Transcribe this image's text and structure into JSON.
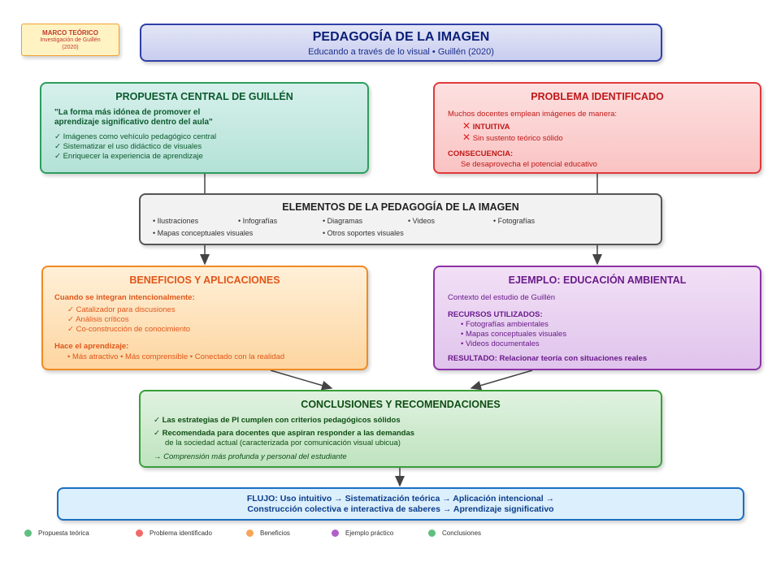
{
  "marco": {
    "title": "MARCO TEÓRICO",
    "sub1": "Investigación de Guillén",
    "sub2": "(2020)"
  },
  "header": {
    "title": "PEDAGOGÍA DE LA IMAGEN",
    "subtitle": "Educando a través de lo visual • Guillén (2020)"
  },
  "propuesta": {
    "title": "PROPUESTA CENTRAL DE GUILLÉN",
    "quote1": "\"La forma más idónea de promover el",
    "quote2": "aprendizaje significativo dentro del aula\"",
    "items": [
      "✓ Imágenes como vehículo pedagógico central",
      "✓ Sistematizar el uso didáctico de visuales",
      "✓ Enriquecer la experiencia de aprendizaje"
    ]
  },
  "problema": {
    "title": "PROBLEMA IDENTIFICADO",
    "intro": "Muchos docentes emplean imágenes de manera:",
    "x1": "INTUITIVA",
    "x2": "Sin sustento teórico sólido",
    "cons_label": "CONSECUENCIA:",
    "cons_text": "Se desaprovecha el potencial educativo"
  },
  "elementos": {
    "title": "ELEMENTOS DE LA PEDAGOGÍA DE LA IMAGEN",
    "items": [
      "• Ilustraciones",
      "• Infografías",
      "• Diagramas",
      "• Videos",
      "• Fotografías",
      "• Mapas conceptuales visuales",
      "• Otros soportes visuales"
    ]
  },
  "beneficios": {
    "title": "BENEFICIOS Y APLICACIONES",
    "h1": "Cuando se integran intencionalmente:",
    "items": [
      "✓ Catalizador para discusiones",
      "✓ Análisis críticos",
      "✓ Co-construcción de conocimiento"
    ],
    "h2": "Hace el aprendizaje:",
    "line": "• Más atractivo • Más comprensible • Conectado con la realidad"
  },
  "ejemplo": {
    "title": "EJEMPLO: EDUCACIÓN AMBIENTAL",
    "context": "Contexto del estudio de Guillén",
    "h": "RECURSOS UTILIZADOS:",
    "items": [
      "• Fotografías ambientales",
      "• Mapas conceptuales visuales",
      "• Videos documentales"
    ],
    "result": "RESULTADO: Relacionar teoría con situaciones reales"
  },
  "conclusiones": {
    "title": "CONCLUSIONES Y RECOMENDACIONES",
    "c1": "✓ Las estrategias de PI cumplen con criterios pedagógicos sólidos",
    "c2": "✓ Recomendada para docentes que aspiran responder a las demandas",
    "c2b": "de la sociedad actual (caracterizada por comunicación visual ubicua)",
    "c3": "→ Comprensión más profunda y personal del estudiante"
  },
  "flujo": {
    "line1": "FLUJO: Uso intuitivo → Sistematización teórica → Aplicación intencional →",
    "line2": "Construcción colectiva e interactiva de saberes → Aprendizaje significativo"
  },
  "legend": [
    {
      "label": "Propuesta teórica",
      "color": "#5fbf7f"
    },
    {
      "label": "Problema identificado",
      "color": "#f06a6a"
    },
    {
      "label": "Beneficios",
      "color": "#f6a55a"
    },
    {
      "label": "Ejemplo práctico",
      "color": "#b060c8"
    },
    {
      "label": "Conclusiones",
      "color": "#5fbf7f"
    }
  ],
  "colors": {
    "arrow": "#444444"
  }
}
